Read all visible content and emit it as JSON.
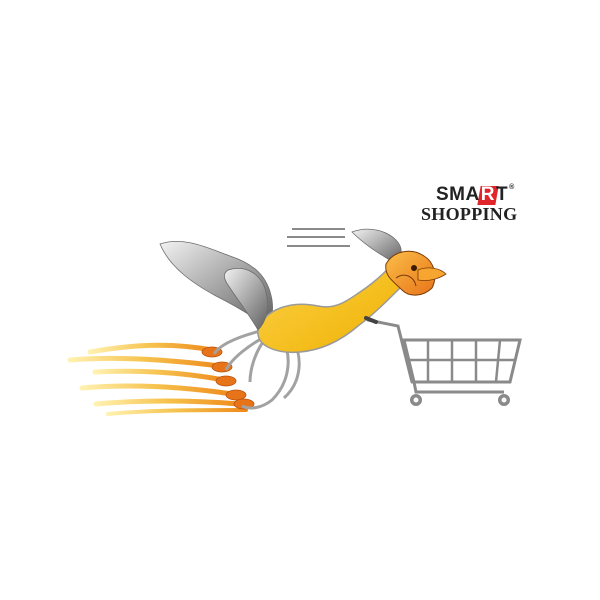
{
  "logo": {
    "word_start": "SMA",
    "word_highlight": "R",
    "word_end": "T",
    "registered_mark": "®",
    "tagline": "SHOPPING"
  },
  "colors": {
    "body_yellow": "#f5c000",
    "flame_orange": "#f08a1a",
    "wing_gray": "#8f8f8f",
    "outline_gray": "#9a9a9a",
    "logo_red": "#e2242b",
    "logo_dark": "#222222"
  },
  "icons": [
    "speed-lines-icon",
    "shopping-cart-icon",
    "rocket-bird-icon"
  ]
}
